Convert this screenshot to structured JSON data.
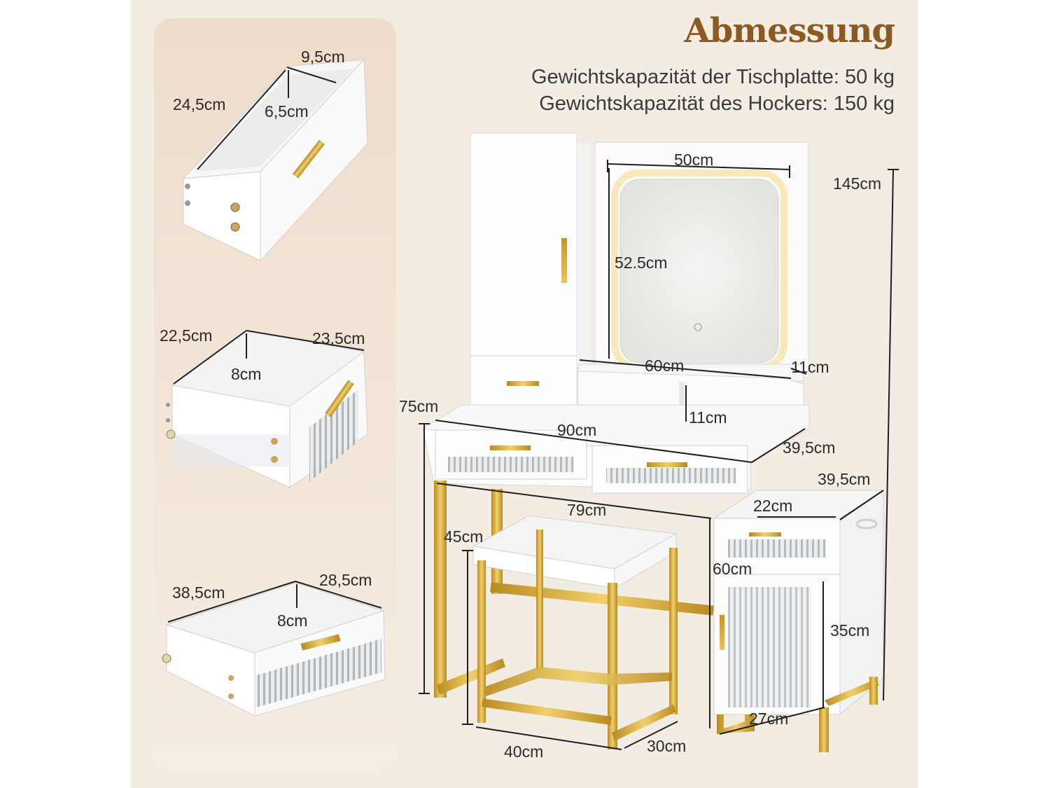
{
  "title": "Abmessung",
  "capacity": {
    "tabletop": "Gewichtskapazität der Tischplatte: 50 kg",
    "stool": "Gewichtskapazität des Hockers: 150 kg"
  },
  "colors": {
    "background": "#f3ece2",
    "panel": "#efdccb",
    "title": "#8a5a22",
    "gold": "#d4a93a",
    "white_furniture": "#fbfbfb"
  },
  "drawer_details": {
    "top_drawer": {
      "depth": "24,5cm",
      "width": "9,5cm",
      "height": "6,5cm"
    },
    "middle_drawer": {
      "depth": "22,5cm",
      "width": "23,5cm",
      "height": "8cm"
    },
    "bottom_drawer": {
      "depth": "38,5cm",
      "width": "28,5cm",
      "height": "8cm"
    }
  },
  "vanity": {
    "total_height": "145cm",
    "mirror_width": "50cm",
    "mirror_height": "52.5cm",
    "shelf_width": "60cm",
    "shelf_depth": "11cm",
    "shelf_height": "11cm",
    "table_height": "75cm",
    "table_width": "90cm",
    "table_depth": "39,5cm",
    "knee_space": "79cm"
  },
  "stool": {
    "height": "45cm",
    "width": "40cm",
    "depth": "30cm"
  },
  "side_cabinet": {
    "depth": "39,5cm",
    "width_top": "22cm",
    "height": "60cm",
    "door_height": "35cm",
    "width_bottom": "27cm"
  }
}
